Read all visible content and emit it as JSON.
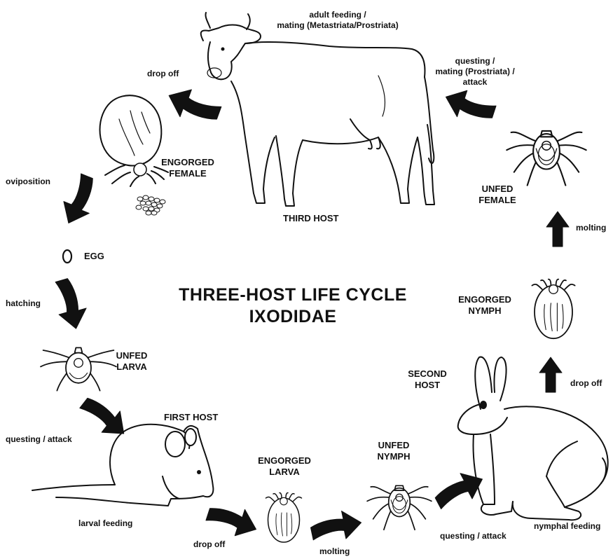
{
  "diagram": {
    "title_line1": "THREE-HOST LIFE CYCLE",
    "title_line2": "IXODIDAE"
  },
  "hosts": {
    "third": "THIRD HOST",
    "second_line1": "SECOND",
    "second_line2": "HOST",
    "first": "FIRST HOST"
  },
  "stages": {
    "engorged_female_line1": "ENGORGED",
    "engorged_female_line2": "FEMALE",
    "egg": "EGG",
    "unfed_larva_line1": "UNFED",
    "unfed_larva_line2": "LARVA",
    "engorged_larva_line1": "ENGORGED",
    "engorged_larva_line2": "LARVA",
    "unfed_nymph_line1": "UNFED",
    "unfed_nymph_line2": "NYMPH",
    "engorged_nymph_line1": "ENGORGED",
    "engorged_nymph_line2": "NYMPH",
    "unfed_female_line1": "UNFED",
    "unfed_female_line2": "FEMALE"
  },
  "transitions": {
    "adult_feeding_line1": "adult feeding /",
    "adult_feeding_line2": "mating (Metastriata/Prostriata)",
    "drop_off_female": "drop off",
    "oviposition": "oviposition",
    "hatching": "hatching",
    "questing_attack_larva": "questing / attack",
    "larval_feeding": "larval feeding",
    "drop_off_larva": "drop off",
    "molting_larva": "molting",
    "questing_attack_nymph": "questing / attack",
    "nymphal_feeding": "nymphal feeding",
    "drop_off_nymph": "drop off",
    "molting_nymph": "molting",
    "questing_female_line1": "questing /",
    "questing_female_line2": "mating (Prostriata) /",
    "questing_female_line3": "attack"
  }
}
